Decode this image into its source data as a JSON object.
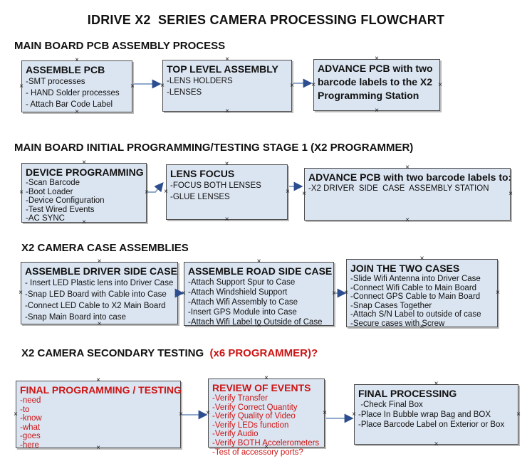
{
  "title": "IDRIVE X2  SERIES CAMERA PROCESSING FLOWCHART",
  "colors": {
    "box_fill": "#dbe5f1",
    "box_border": "#4d4d4d",
    "arrow_line": "#8ea9cb",
    "arrow_head": "#2d4e8e",
    "red_text": "#cc1414",
    "black_text": "#111111"
  },
  "icons": {
    "connector_handle": "×"
  },
  "sections": [
    {
      "heading": "MAIN BOARD PCB ASSEMBLY PROCESS",
      "boxes": [
        {
          "title": "ASSEMBLE PCB",
          "items": [
            "-SMT processes",
            "- HAND Solder processes",
            "- Attach Bar Code Label"
          ]
        },
        {
          "title": "TOP LEVEL ASSEMBLY",
          "items": [
            "-LENS HOLDERS",
            "-LENSES"
          ]
        },
        {
          "title": "ADVANCE PCB with two barcode labels to the X2 Programming Station",
          "items": []
        }
      ]
    },
    {
      "heading": "MAIN BOARD INITIAL PROGRAMMING/TESTING STAGE 1 (X2 PROGRAMMER)",
      "boxes": [
        {
          "title": "DEVICE PROGRAMMING",
          "items": [
            "-Scan Barcode",
            "-Boot Loader",
            "-Device Configuration",
            "-Test Wired Events",
            "-AC SYNC"
          ]
        },
        {
          "title": "LENS FOCUS",
          "items": [
            "-FOCUS BOTH LENSES",
            "-GLUE LENSES"
          ]
        },
        {
          "title": "ADVANCE PCB with two barcode labels to:",
          "items": [
            "-X2 DRIVER  SIDE  CASE  ASSEMBLY STATION"
          ]
        }
      ]
    },
    {
      "heading": "X2 CAMERA CASE ASSEMBLIES",
      "boxes": [
        {
          "title": "ASSEMBLE DRIVER SIDE CASE",
          "items": [
            "- Insert LED Plastic lens into Driver Case",
            "-Snap LED Board with Cable into Case",
            "-Connect LED Cable to X2 Main Board",
            "-Snap Main Board into case"
          ]
        },
        {
          "title": "ASSEMBLE ROAD SIDE CASE",
          "items": [
            "-Attach Support Spur to Case",
            "-Attach Windshield Support",
            "-Attach Wifi Assembly to Case",
            "-Insert GPS Module into Case",
            "-Attach Wifi Label to Outside of Case"
          ]
        },
        {
          "title": "JOIN THE TWO CASES",
          "items": [
            "-Slide Wifi Antenna into Driver Case",
            "-Connect Wifi Cable to Main Board",
            "-Connect GPS Cable to Main Board",
            "-Snap Cases Together",
            "-Attach S/N Label to outside of case",
            "-Secure cases with Screw"
          ]
        }
      ]
    },
    {
      "heading": "X2 CAMERA SECONDARY TESTING ",
      "heading_suffix": " (x6 PROGRAMMER)?",
      "boxes": [
        {
          "title": "FINAL PROGRAMMING / TESTING",
          "items": [
            "-need",
            "-to",
            "-know",
            "-what",
            "-goes",
            "-here"
          ]
        },
        {
          "title": "REVIEW OF EVENTS",
          "items": [
            "-Verify Transfer",
            "-Verify Correct Quantity",
            "-Verify Quality of Video",
            "-Verify LEDs function",
            "-Verify Audio",
            "-Verify BOTH Accelerometers",
            "-Test of accessory ports?"
          ]
        },
        {
          "title": "FINAL PROCESSING",
          "items": [
            " -Check Final Box",
            "-Place In Bubble wrap Bag and BOX",
            "-Place Barcode Label on Exterior or Box"
          ]
        }
      ]
    }
  ]
}
